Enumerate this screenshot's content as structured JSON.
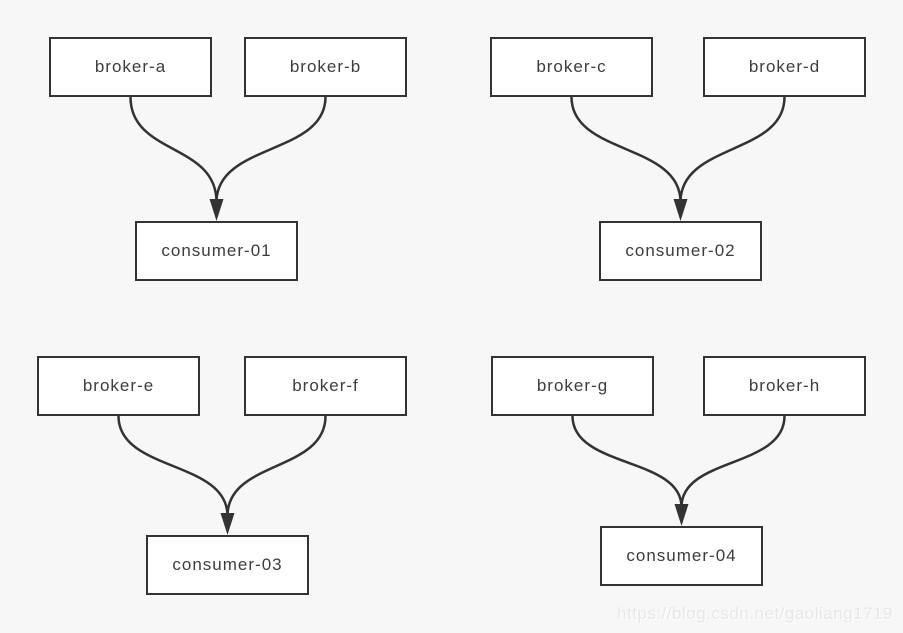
{
  "page": {
    "background": "#f7f7f7",
    "watermark": "https://blog.csdn.net/gaoliang1719"
  },
  "colors": {
    "node_fill": "#ffffff",
    "node_border": "#333333",
    "edge_line": "#333333",
    "node_text": "#3d3d3d",
    "watermark_text": "#e7e7e7"
  },
  "nodes": [
    {
      "id": "broker-a",
      "label": "broker-a"
    },
    {
      "id": "broker-b",
      "label": "broker-b"
    },
    {
      "id": "consumer-01",
      "label": "consumer-01"
    },
    {
      "id": "broker-c",
      "label": "broker-c"
    },
    {
      "id": "broker-d",
      "label": "broker-d"
    },
    {
      "id": "consumer-02",
      "label": "consumer-02"
    },
    {
      "id": "broker-e",
      "label": "broker-e"
    },
    {
      "id": "broker-f",
      "label": "broker-f"
    },
    {
      "id": "consumer-03",
      "label": "consumer-03"
    },
    {
      "id": "broker-g",
      "label": "broker-g"
    },
    {
      "id": "broker-h",
      "label": "broker-h"
    },
    {
      "id": "consumer-04",
      "label": "consumer-04"
    }
  ],
  "edges": [
    {
      "from": "broker-a",
      "to": "consumer-01"
    },
    {
      "from": "broker-b",
      "to": "consumer-01"
    },
    {
      "from": "broker-c",
      "to": "consumer-02"
    },
    {
      "from": "broker-d",
      "to": "consumer-02"
    },
    {
      "from": "broker-e",
      "to": "consumer-03"
    },
    {
      "from": "broker-f",
      "to": "consumer-03"
    },
    {
      "from": "broker-g",
      "to": "consumer-04"
    },
    {
      "from": "broker-h",
      "to": "consumer-04"
    }
  ]
}
